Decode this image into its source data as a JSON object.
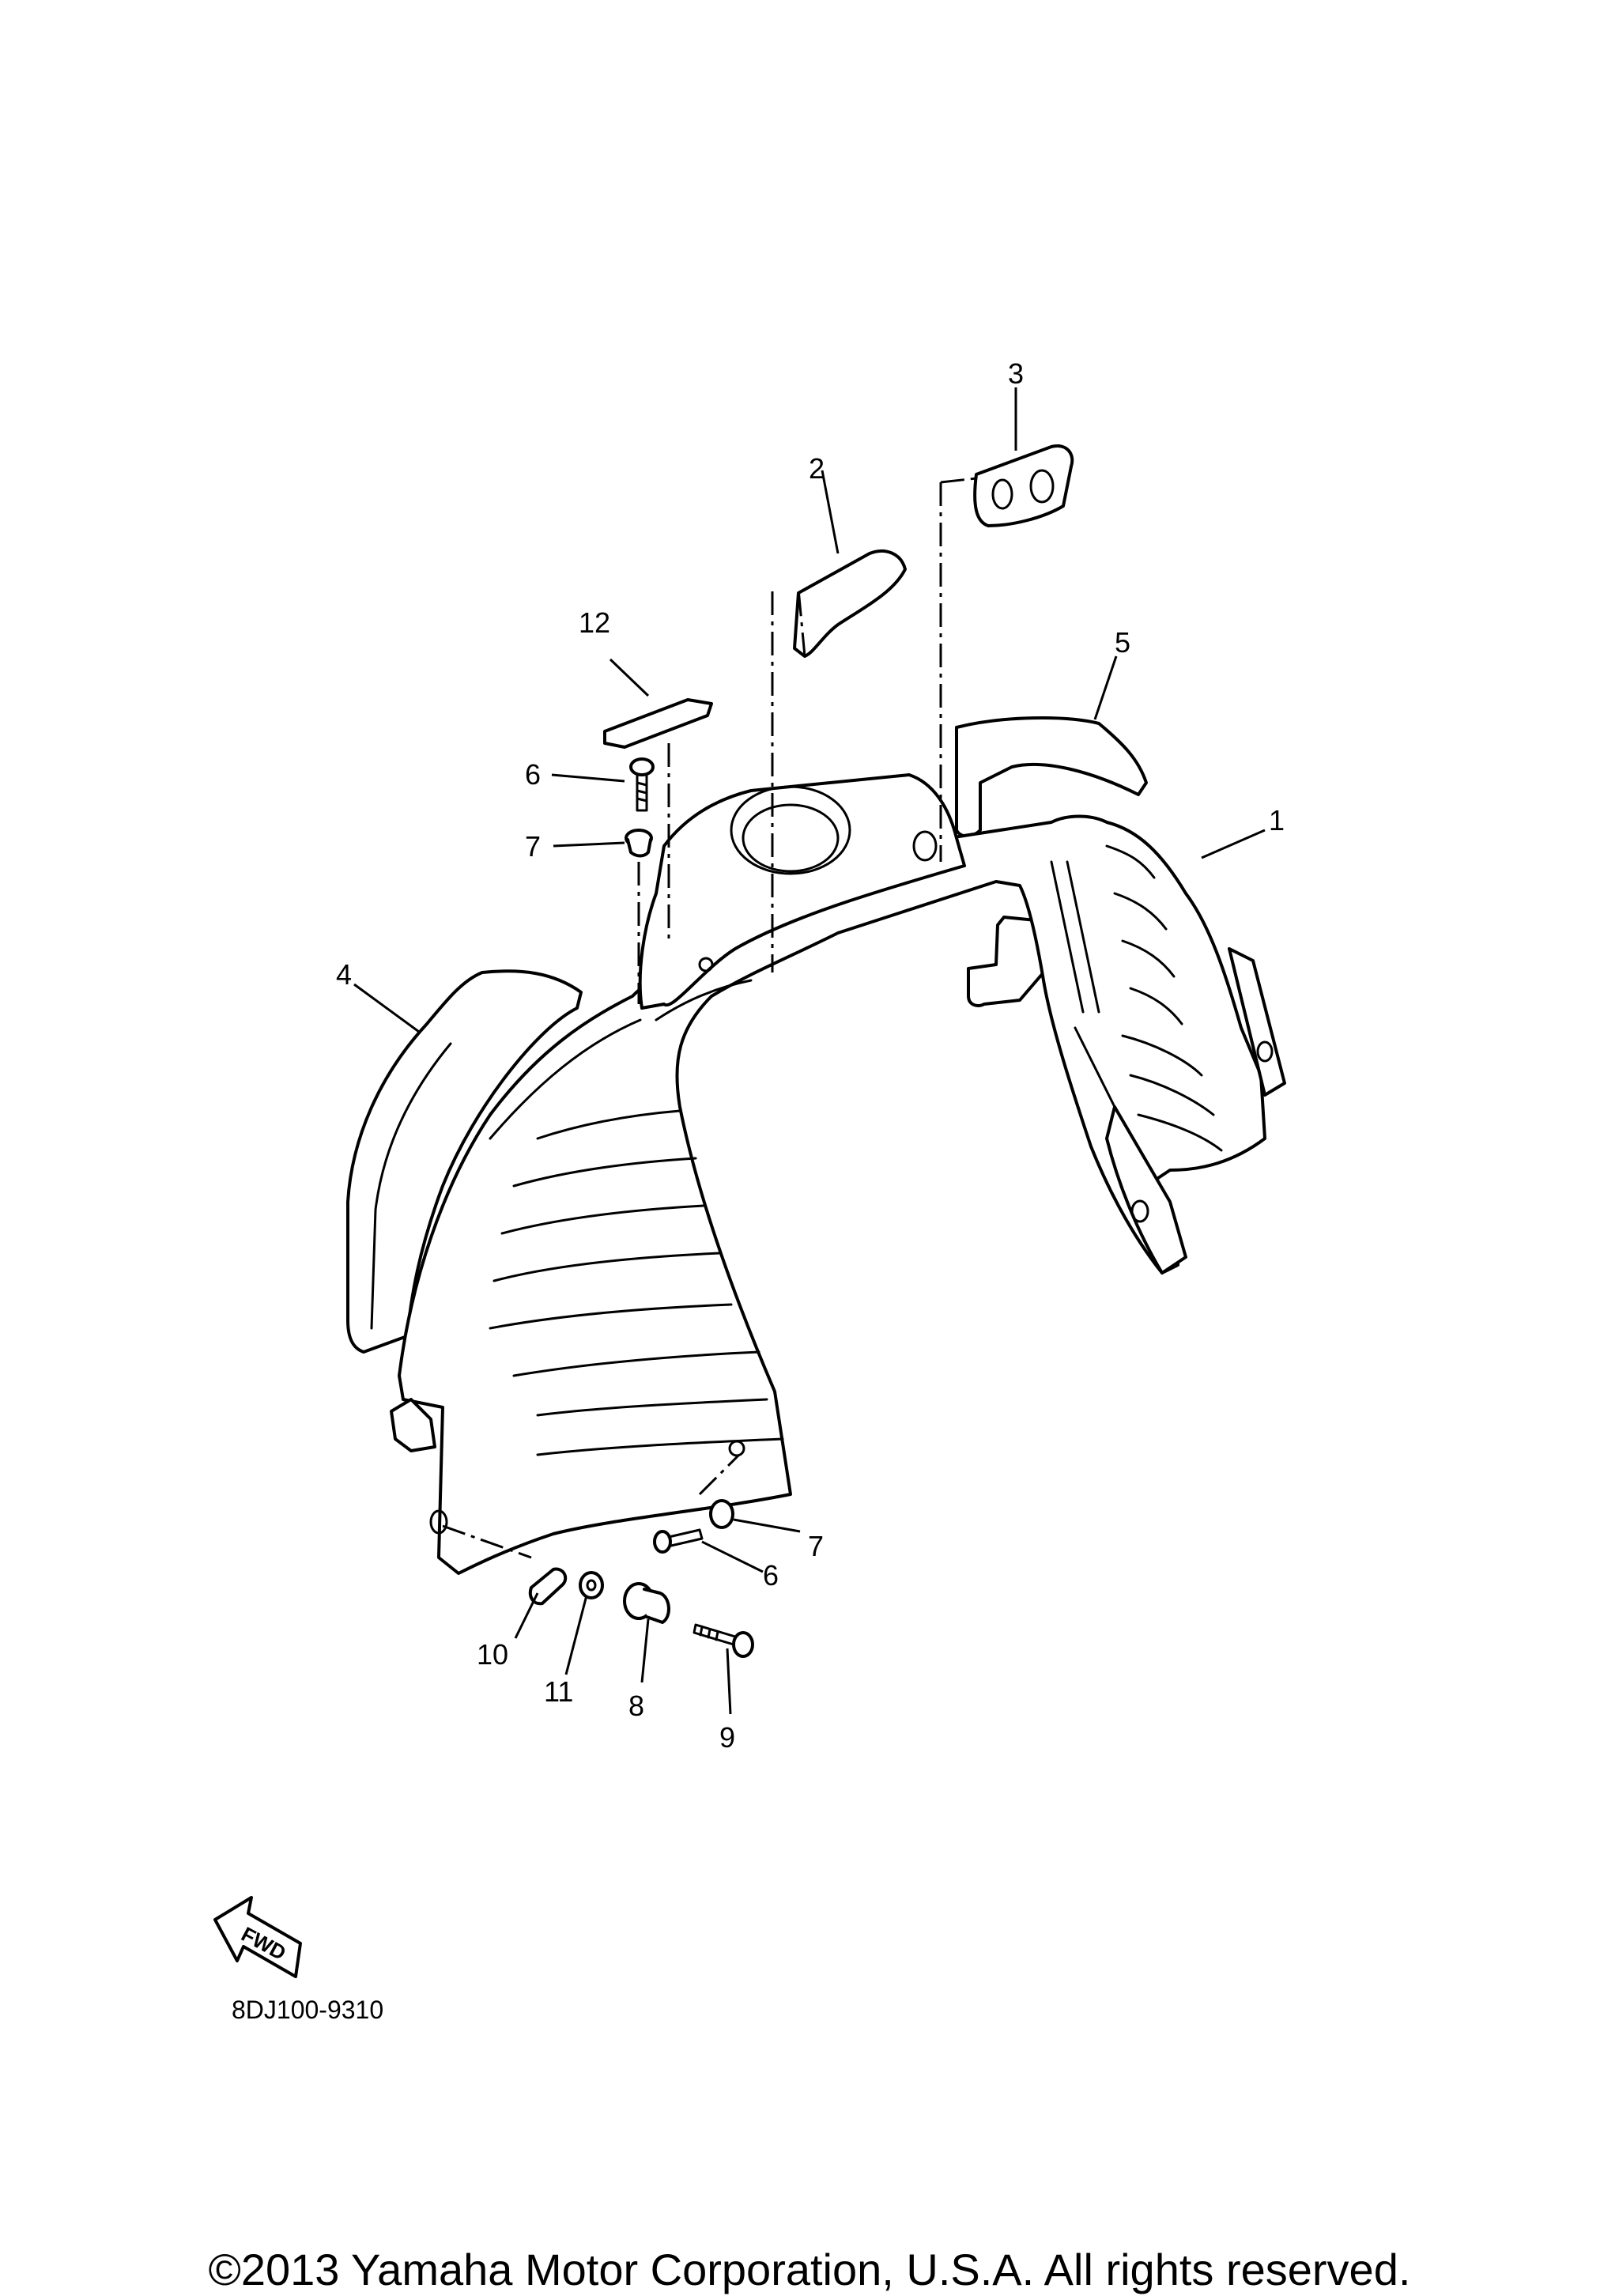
{
  "diagram": {
    "callouts": [
      {
        "id": "c1",
        "label": "1"
      },
      {
        "id": "c2",
        "label": "2"
      },
      {
        "id": "c3",
        "label": "3"
      },
      {
        "id": "c4",
        "label": "4"
      },
      {
        "id": "c5",
        "label": "5"
      },
      {
        "id": "c6a",
        "label": "6"
      },
      {
        "id": "c7a",
        "label": "7"
      },
      {
        "id": "c6b",
        "label": "6"
      },
      {
        "id": "c7b",
        "label": "7"
      },
      {
        "id": "c8",
        "label": "8"
      },
      {
        "id": "c9",
        "label": "9"
      },
      {
        "id": "c10",
        "label": "10"
      },
      {
        "id": "c11",
        "label": "11"
      },
      {
        "id": "c12",
        "label": "12"
      }
    ],
    "direction_label": "FWD",
    "drawing_code": "8DJ100-9310"
  },
  "footer": {
    "copyright": "©2013 Yamaha Motor Corporation, U.S.A. All rights reserved."
  }
}
